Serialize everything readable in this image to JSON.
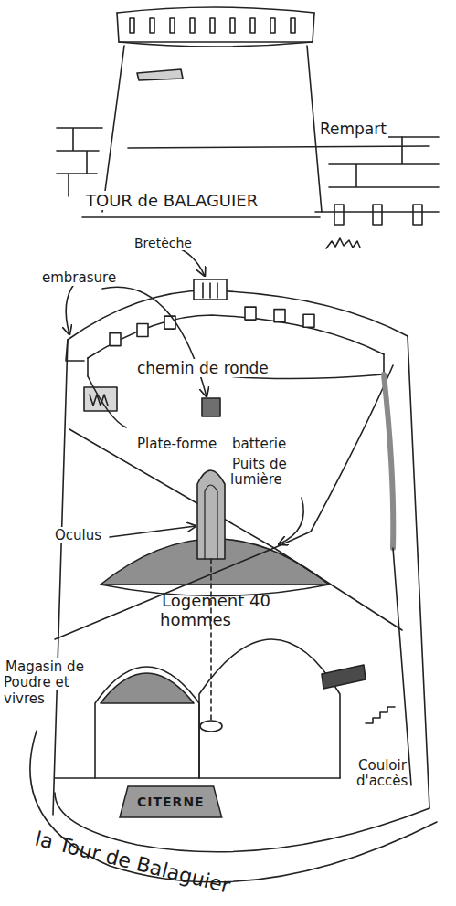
{
  "diagram": {
    "nodes": [
      {
        "text": [
          "CITERNE"
        ]
      }
    ],
    "labels": [
      "Rempart",
      "TOUR de BALAGUIER",
      "Bretèche",
      "embrasure",
      "chemin de ronde",
      "Plate-forme",
      "batterie",
      "Puits de lumière",
      "Oculus",
      "Logement 40 hommes",
      "Magasin de Poudre et vivres",
      "Couloir d'accès",
      "la Tour de Balaguier"
    ]
  }
}
